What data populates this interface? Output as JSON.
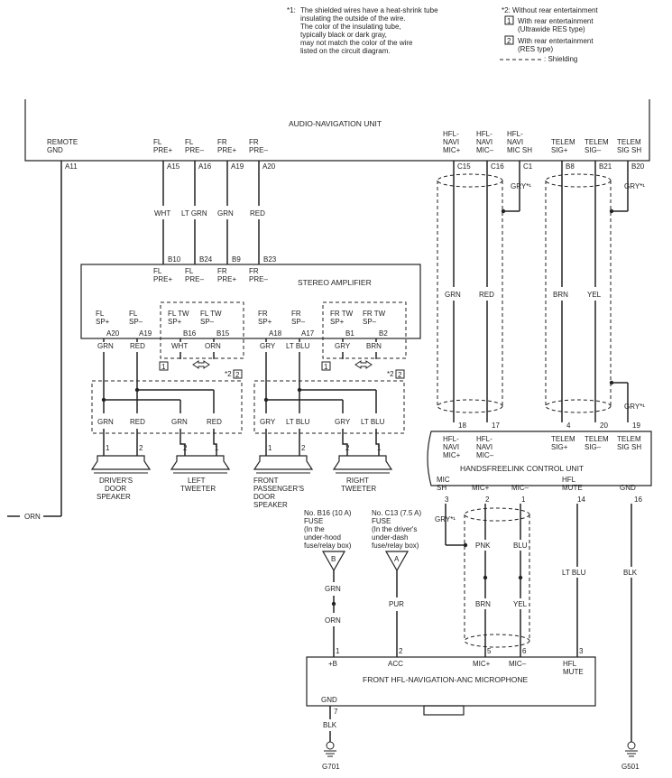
{
  "notes": {
    "note1_star": "*1:",
    "note1_lines": [
      "The shielded wires have a heat-shrink tube",
      "insulating the outside of the wire.",
      "The color of the insulating tube,",
      "typically black or dark gray,",
      "may not match the color of the wire",
      "listed on the circuit diagram."
    ],
    "note2": "*2: Without rear entertainment",
    "legend1_num": "1",
    "legend1_lines": [
      "With rear entertainment",
      "(Ultrawide RES type)"
    ],
    "legend2_num": "2",
    "legend2_lines": [
      "With rear entertainment",
      "(RES type)"
    ],
    "shielding": ": Shielding"
  },
  "anu": {
    "title": "AUDIO-NAVIGATION UNIT",
    "remote": [
      "REMOTE",
      "GND"
    ],
    "remote_pin": "A11",
    "flpp": [
      "FL",
      "PRE+"
    ],
    "flpp_pin": "A15",
    "flpm": [
      "FL",
      "PRE–"
    ],
    "flpm_pin": "A16",
    "frpp": [
      "FR",
      "PRE+"
    ],
    "frpp_pin": "A19",
    "frpm": [
      "FR",
      "PRE–"
    ],
    "frpm_pin": "A20",
    "micp": [
      "HFL-",
      "NAVI",
      "MIC+"
    ],
    "micp_pin": "C15",
    "micm": [
      "HFL-",
      "NAVI",
      "MIC–"
    ],
    "micm_pin": "C16",
    "micsh": [
      "HFL-",
      "NAVI",
      "MIC SH"
    ],
    "micsh_pin": "C1",
    "tsp": [
      "TELEM",
      "SIG+"
    ],
    "tsp_pin": "B8",
    "tsm": [
      "TELEM",
      "SIG–"
    ],
    "tsm_pin": "B21",
    "tsh": [
      "TELEM",
      "SIG SH"
    ],
    "tsh_pin": "B20"
  },
  "wires": {
    "wht": "WHT",
    "ltgrn": "LT GRN",
    "grn": "GRN",
    "red": "RED",
    "orn": "ORN",
    "gry1": "GRY*¹",
    "gry2": "GRY*¹",
    "gry3": "GRY*¹",
    "gry4": "GRY*¹",
    "grn_mic": "GRN",
    "red_mic": "RED",
    "brn_t": "BRN",
    "yel_t": "YEL"
  },
  "amp": {
    "title": "STEREO AMPLIFIER",
    "in": [
      [
        "FL",
        "PRE+",
        "B10"
      ],
      [
        "FL",
        "PRE–",
        "B24"
      ],
      [
        "FR",
        "PRE+",
        "B9"
      ],
      [
        "FR",
        "PRE–",
        "B23"
      ]
    ],
    "out": [
      [
        "FL",
        "SP+",
        "A20",
        "GRN"
      ],
      [
        "FL",
        "SP–",
        "A19",
        "RED"
      ],
      [
        "FL TW",
        "SP+",
        "B16",
        "WHT"
      ],
      [
        "FL TW",
        "SP–",
        "B15",
        "ORN"
      ],
      [
        "FR",
        "SP+",
        "A18",
        "GRY"
      ],
      [
        "FR",
        "SP–",
        "A17",
        "LT BLU"
      ],
      [
        "FR TW",
        "SP+",
        "B1",
        "GRY"
      ],
      [
        "FR TW",
        "SP–",
        "B2",
        "BRN"
      ]
    ],
    "box1": "1",
    "box2": "2",
    "star2": "*2",
    "lower": [
      "GRN",
      "RED",
      "GRN",
      "RED",
      "GRY",
      "LT BLU",
      "GRY",
      "LT BLU"
    ]
  },
  "spk": {
    "driver": [
      "DRIVER'S",
      "DOOR",
      "SPEAKER"
    ],
    "ltw": [
      "LEFT",
      "TWEETER"
    ],
    "front": [
      "FRONT",
      "PASSENGER'S",
      "DOOR",
      "SPEAKER"
    ],
    "rtw": [
      "RIGHT",
      "TWEETER"
    ],
    "p1": "1",
    "p2": "2"
  },
  "hfl": {
    "title": "HANDSFREELINK CONTROL UNIT",
    "top": [
      [
        "18",
        "HFL-",
        "NAVI",
        "MIC+"
      ],
      [
        "17",
        "HFL-",
        "NAVI",
        "MIC–"
      ],
      [
        "4",
        "TELEM",
        "SIG+",
        ""
      ],
      [
        "20",
        "TELEM",
        "SIG–",
        ""
      ],
      [
        "19",
        "TELEM",
        "SIG SH",
        ""
      ]
    ],
    "bottom": [
      [
        "MIC",
        "SH",
        "3"
      ],
      [
        "MIC+",
        "",
        "2"
      ],
      [
        "MIC–",
        "",
        "1"
      ],
      [
        "HFL",
        "MUTE",
        "14"
      ],
      [
        "GND",
        "",
        "16"
      ]
    ],
    "pnk": "PNK",
    "blu": "BLU",
    "brn": "BRN",
    "yel": "YEL",
    "ltblu": "LT BLU",
    "blk": "BLK"
  },
  "fuse": {
    "b16": [
      "No. B16 (10 A)",
      "FUSE",
      "(In the",
      "under-hood",
      "fuse/relay box)"
    ],
    "c13": [
      "No. C13 (7.5 A)",
      "FUSE",
      "(In the driver's",
      "under-dash",
      "fuse/relay box)"
    ],
    "b": "B",
    "a": "A",
    "grn": "GRN",
    "orn": "ORN",
    "pur": "PUR"
  },
  "mic": {
    "title": "FRONT HFL-NAVIGATION-ANC MICROPHONE",
    "pins": [
      [
        "1",
        "+B"
      ],
      [
        "2",
        "ACC"
      ],
      [
        "5",
        "MIC+"
      ],
      [
        "6",
        "MIC–"
      ],
      [
        "3",
        "HFL",
        "MUTE"
      ]
    ],
    "gnd": "GND",
    "gnd_pin": "7",
    "blk": "BLK"
  },
  "ground": {
    "g701": "G701",
    "g501": "G501"
  },
  "remote_wire": "ORN"
}
